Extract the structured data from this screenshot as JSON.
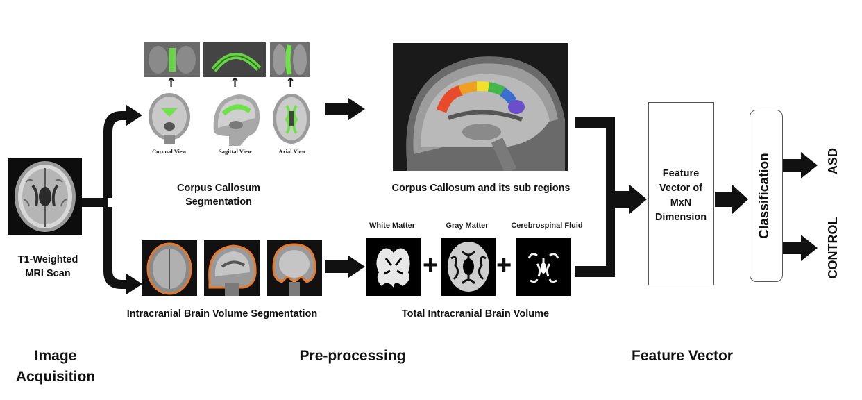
{
  "input": {
    "label": "T1-Weighted\nMRI Scan"
  },
  "cc_seg": {
    "label": "Corpus Callosum\nSegmentation",
    "views": [
      "Coronal View",
      "Sagittal View",
      "Axial View"
    ]
  },
  "cc_sub": {
    "label": "Corpus Callosum and its sub regions"
  },
  "icv_seg": {
    "label": "Intracranial Brain Volume Segmentation"
  },
  "tissues": {
    "white": "White Matter",
    "gray": "Gray Matter",
    "csf": "Cerebrospinal Fluid",
    "plus": "+",
    "total_label": "Total Intracranial Brain Volume"
  },
  "feature_box": {
    "label": "Feature\nVector of\nMxN\nDimension"
  },
  "classification": {
    "label": "Classification"
  },
  "outputs": {
    "asd": "ASD",
    "control": "CONTROL"
  },
  "stages": {
    "acquisition": "Image\nAcquisition",
    "preprocessing": "Pre-processing",
    "feature_vector": "Feature Vector"
  },
  "colors": {
    "arrow": "#111111",
    "cc_green": "#6fe24a",
    "icv_orange": "#e57a2c",
    "cc_subregions": [
      "#e84a2a",
      "#f0a020",
      "#f2e02c",
      "#45b64a",
      "#3a6fd0",
      "#6a4fc8"
    ]
  }
}
